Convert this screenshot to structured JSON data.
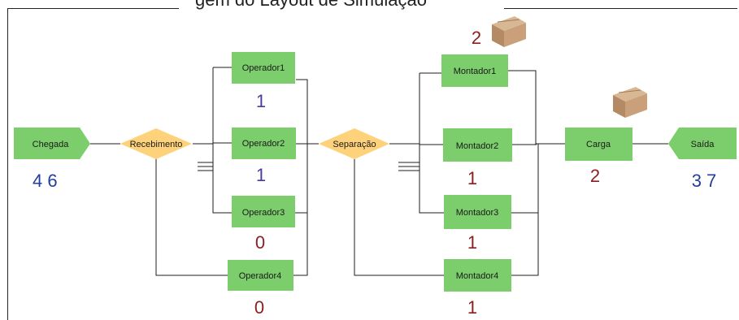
{
  "title": "gem do Layout de Simulação",
  "nodes": {
    "chegada": "Chegada",
    "recebimento": "Recebimento",
    "operador1": "Operador1",
    "operador2": "Operador2",
    "operador3": "Operador3",
    "operador4": "Operador4",
    "separacao": "Separação",
    "montador1": "Montador1",
    "montador2": "Montador2",
    "montador3": "Montador3",
    "montador4": "Montador4",
    "carga": "Carga",
    "saida": "Saída"
  },
  "counts": {
    "chegada": "4 6",
    "operador1": "1",
    "operador2": "1",
    "operador3": "0",
    "operador4": "0",
    "montador1": "2",
    "montador2": "1",
    "montador3": "1",
    "montador4": "1",
    "carga": "2",
    "saida": "3 7"
  },
  "colors": {
    "process": "#7ccd6b",
    "decision": "#fdd27a",
    "count_blue": "#223e9e",
    "count_red": "#8b1e1e",
    "count_purple": "#4b3c9c",
    "box": "#c9a27a"
  },
  "icons": {
    "box_near_montador1": "cardboard-box-icon",
    "box_near_carga": "cardboard-box-icon"
  }
}
